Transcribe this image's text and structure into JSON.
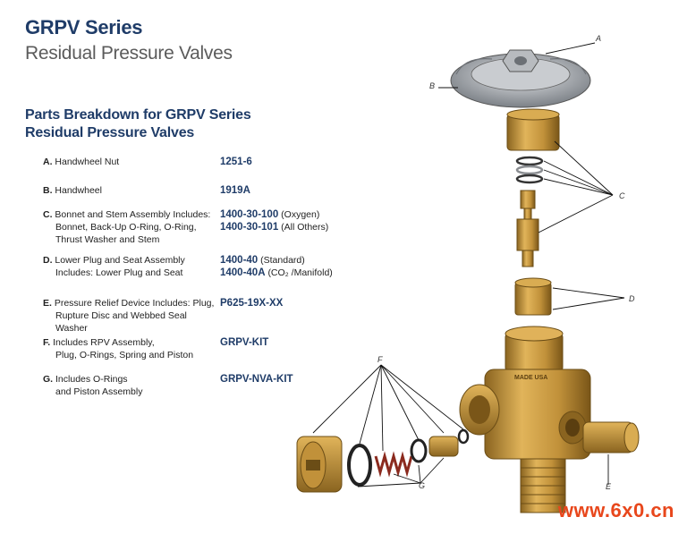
{
  "header": {
    "title": "GRPV Series",
    "subtitle": "Residual Pressure Valves"
  },
  "section": {
    "heading_line1": "Parts Breakdown for GRPV Series",
    "heading_line2": "Residual Pressure Valves"
  },
  "parts": [
    {
      "letter": "A.",
      "lines": [
        "Handwheel Nut"
      ],
      "numbers": [
        {
          "pn": "1251-6",
          "note": ""
        }
      ]
    },
    {
      "letter": "B.",
      "lines": [
        "Handwheel"
      ],
      "numbers": [
        {
          "pn": "1919A",
          "note": ""
        }
      ]
    },
    {
      "letter": "C.",
      "lines": [
        "Bonnet and Stem Assembly Includes:",
        "Bonnet, Back-Up O-Ring, O-Ring,",
        "Thrust Washer and Stem"
      ],
      "numbers": [
        {
          "pn": "1400-30-100",
          "note": "(Oxygen)"
        },
        {
          "pn": "1400-30-101",
          "note": "(All Others)"
        }
      ]
    },
    {
      "letter": "D.",
      "lines": [
        "Lower Plug and Seat Assembly",
        "Includes: Lower Plug and Seat"
      ],
      "numbers": [
        {
          "pn": "1400-40",
          "note": "(Standard)"
        },
        {
          "pn": "1400-40A",
          "note": "(CO₂ /Manifold)"
        }
      ]
    },
    {
      "letter": "E.",
      "lines": [
        "Pressure Relief Device Includes: Plug,",
        "Rupture Disc and Webbed Seal Washer"
      ],
      "numbers": [
        {
          "pn": "P625-19X-XX",
          "note": ""
        }
      ]
    },
    {
      "letter": "F.",
      "lines": [
        "Includes RPV Assembly,",
        "Plug, O-Rings, Spring and Piston"
      ],
      "numbers": [
        {
          "pn": "GRPV-KIT",
          "note": ""
        }
      ]
    },
    {
      "letter": "G.",
      "lines": [
        "Includes O-Rings",
        "and Piston Assembly"
      ],
      "numbers": [
        {
          "pn": "GRPV-NVA-KIT",
          "note": ""
        }
      ]
    }
  ],
  "diagram": {
    "callouts": {
      "A": "A",
      "B": "B",
      "C": "C",
      "D": "D",
      "E": "E",
      "F": "F",
      "G": "G"
    },
    "body_stamp": "MADE USA"
  },
  "watermark": "www.6x0.cn",
  "colors": {
    "heading": "#1f3c68",
    "subtitle": "#5b5b5b",
    "brass": "#c99a3a",
    "handwheel": "#a9adb2",
    "watermark": "#e8471c"
  }
}
